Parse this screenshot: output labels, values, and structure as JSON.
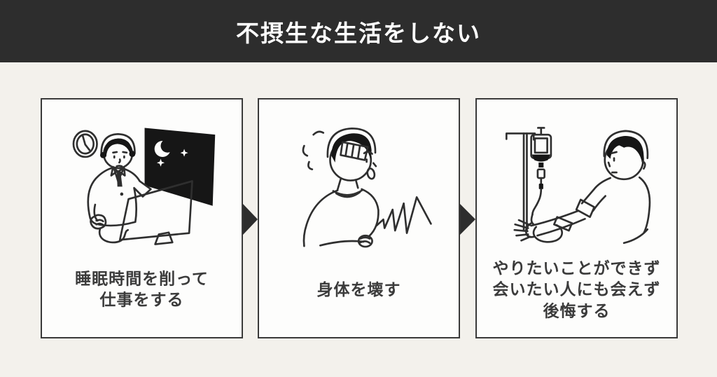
{
  "page": {
    "background": "#f3f1ec"
  },
  "header": {
    "title": "不摂生な生活をしない",
    "background": "#2d2d2d",
    "text_color": "#ffffff"
  },
  "flow": {
    "cards": [
      {
        "text": "睡眠時間を削って\n仕事をする",
        "illustration": "man-working-at-computer-late-at-night"
      },
      {
        "text": "身体を壊す",
        "illustration": "man-sweating-holding-head-in-pain"
      },
      {
        "text": "やりたいことができず\n会いたい人にも会えず\n後悔する",
        "illustration": "man-with-iv-drip-in-hospital"
      }
    ],
    "arrow_icon": "right-triangle",
    "arrow_color": "#2d2d2d",
    "card_border_color": "#3a3a3a",
    "card_background": "#fdfdfc",
    "caption_color": "#3b3b3b"
  },
  "colors": {
    "line": "#2f2f2f",
    "gray_fill": "#d6d6d6",
    "dark_fill": "#161616"
  }
}
